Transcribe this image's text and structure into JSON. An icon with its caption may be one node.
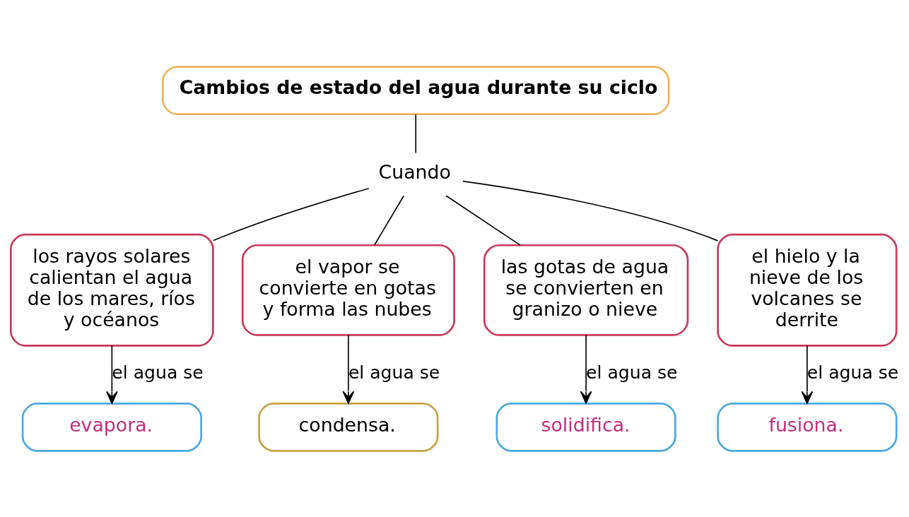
{
  "diagram": {
    "nodes": [
      {
        "text": [
          "Cambios de estado del agua durante su ciclo"
        ]
      },
      {
        "text": [
          "Cuando"
        ]
      },
      {
        "text": [
          "los rayos solares calientan el agua de los mares, ríos y océanos"
        ]
      },
      {
        "text": [
          "el vapor se convierte en gotas y forma las nubes"
        ]
      },
      {
        "text": [
          "las gotas de agua se convierten en granizo o nieve"
        ]
      },
      {
        "text": [
          "el hielo y la nieve de los volcanes se derrite"
        ]
      },
      {
        "text": [
          "evapora."
        ]
      },
      {
        "text": [
          "condensa."
        ]
      },
      {
        "text": [
          "solidifica."
        ]
      },
      {
        "text": [
          "fusiona."
        ]
      }
    ],
    "edges": [
      {
        "from": 0,
        "to": 1,
        "arrow": "none"
      },
      {
        "from": 1,
        "to": 2,
        "arrow": "none"
      },
      {
        "from": 1,
        "to": 3,
        "arrow": "none"
      },
      {
        "from": 1,
        "to": 4,
        "arrow": "none"
      },
      {
        "from": 1,
        "to": 5,
        "arrow": "none"
      },
      {
        "from": 2,
        "to": 6,
        "arrow": "to",
        "label": "el agua se"
      },
      {
        "from": 3,
        "to": 7,
        "arrow": "to",
        "label": "el agua se"
      },
      {
        "from": 4,
        "to": 8,
        "arrow": "to",
        "label": "el agua se"
      },
      {
        "from": 5,
        "to": 9,
        "arrow": "to",
        "label": "el agua se"
      }
    ]
  }
}
